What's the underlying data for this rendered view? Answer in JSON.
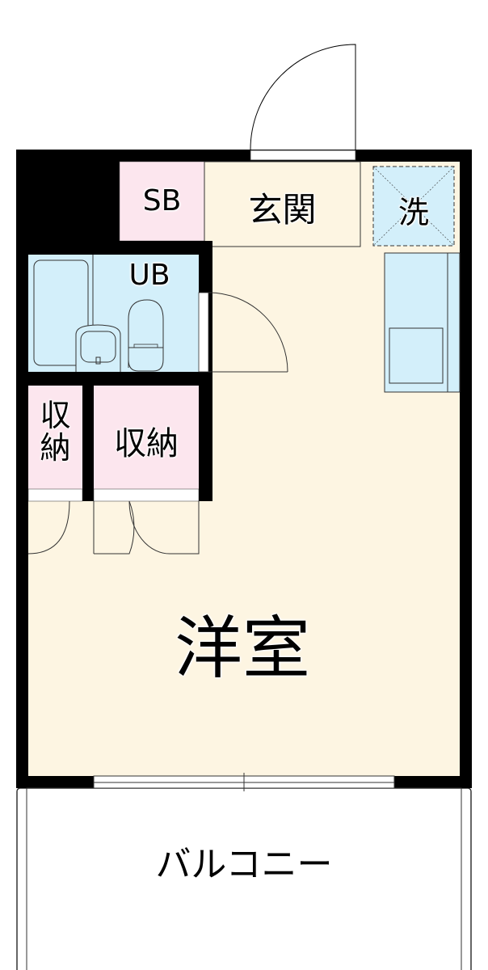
{
  "rooms": {
    "shoe_box": {
      "label": "SB"
    },
    "entrance": {
      "label": "玄関"
    },
    "washer": {
      "label": "洗"
    },
    "unit_bath": {
      "label": "UB"
    },
    "storage_small": {
      "label": "収\n納"
    },
    "storage_large": {
      "label": "収納"
    },
    "western_room": {
      "label": "洋室"
    },
    "balcony": {
      "label": "バルコニー"
    }
  },
  "colors": {
    "floor": "#fdf5e2",
    "wet_area": "#d3effa",
    "storage": "#fce6ee",
    "wall": "#000000"
  }
}
